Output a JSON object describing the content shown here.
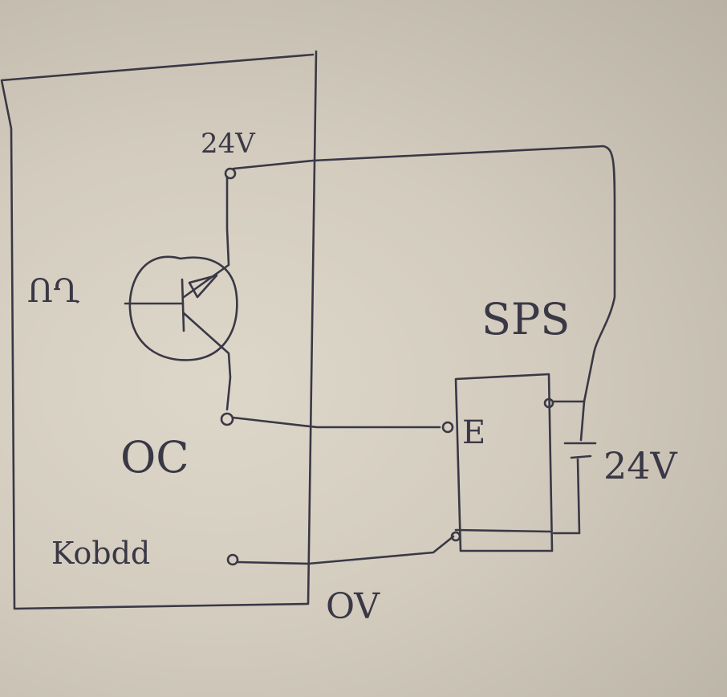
{
  "labels": {
    "v24_top": "24V",
    "pulse": "ՈՂ",
    "oc": "OC",
    "kabdd": "Kobdd",
    "ov": "OV",
    "sps": "SPS",
    "e": "E",
    "v24_right": "24V"
  }
}
